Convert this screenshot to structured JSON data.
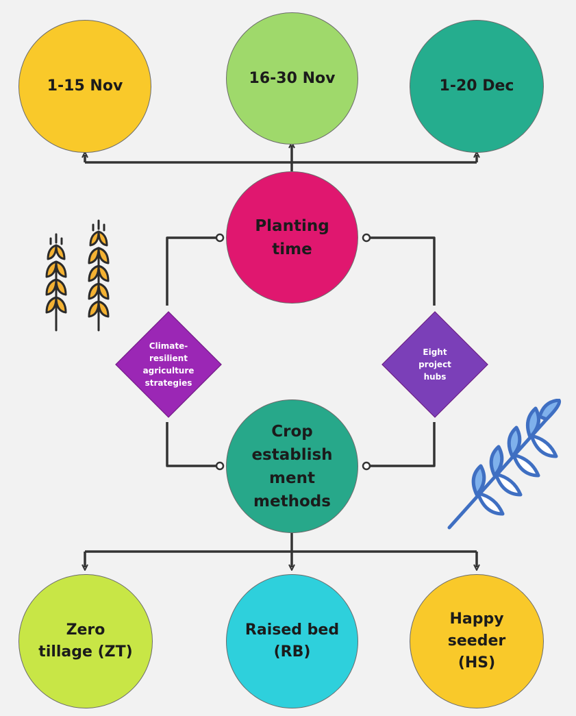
{
  "diagram": {
    "dates": [
      {
        "id": "nov-1-15",
        "label": "1-15 Nov",
        "color": "#f9c92a"
      },
      {
        "id": "nov-16-30",
        "label": "16-30 Nov",
        "color": "#9fd96b"
      },
      {
        "id": "dec-1-20",
        "label": "1-20 Dec",
        "color": "#25ad8e"
      }
    ],
    "planting_time": {
      "label": "Planting\ntime",
      "color": "#e0176f"
    },
    "crop_methods": {
      "label": "Crop\nestablish\nment\nmethods",
      "color": "#27a88a"
    },
    "strategies": {
      "label": "Climate-\nresilient\nagriculture\nstrategies",
      "color": "#9b27b5"
    },
    "hubs": {
      "label": "Eight\nproject\nhubs",
      "color": "#7b3fb8"
    },
    "methods": [
      {
        "id": "zero-tillage",
        "label": "Zero\ntillage (ZT)",
        "color": "#c8e646"
      },
      {
        "id": "raised-bed",
        "label": "Raised bed\n(RB)",
        "color": "#2ed0dc"
      },
      {
        "id": "happy-seeder",
        "label": "Happy\nseeder\n(HS)",
        "color": "#f9c92a"
      }
    ],
    "icons": {
      "left": "wheat-stalks-icon",
      "right": "wheat-branch-icon",
      "wheat_color": "#f4b233",
      "branch_color": "#7fb1ec"
    }
  }
}
